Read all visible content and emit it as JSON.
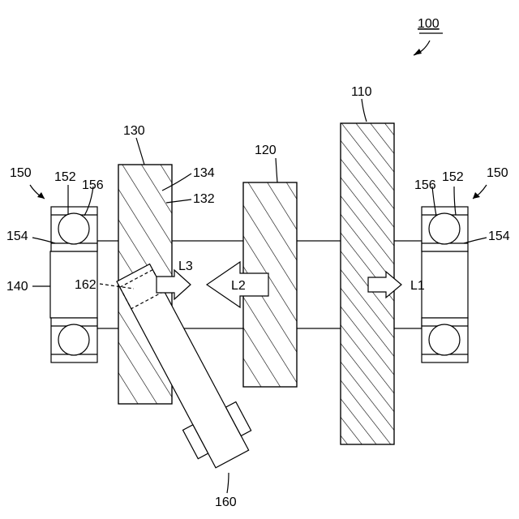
{
  "labels": {
    "assembly": "100",
    "gear_right": "110",
    "gear_middle": "120",
    "gear_left": "130",
    "tooth_outer": "134",
    "tooth_inner": "132",
    "shaft": "140",
    "bearing_left": "150",
    "bearing_right": "150",
    "ball_left": "152",
    "race_left": "156",
    "ball_right": "152",
    "race_right": "156",
    "housing_left": "154",
    "housing_right": "154",
    "lever": "160",
    "pivot": "162"
  },
  "arrows": {
    "l1": "L1",
    "l2": "L2",
    "l3": "L3"
  }
}
